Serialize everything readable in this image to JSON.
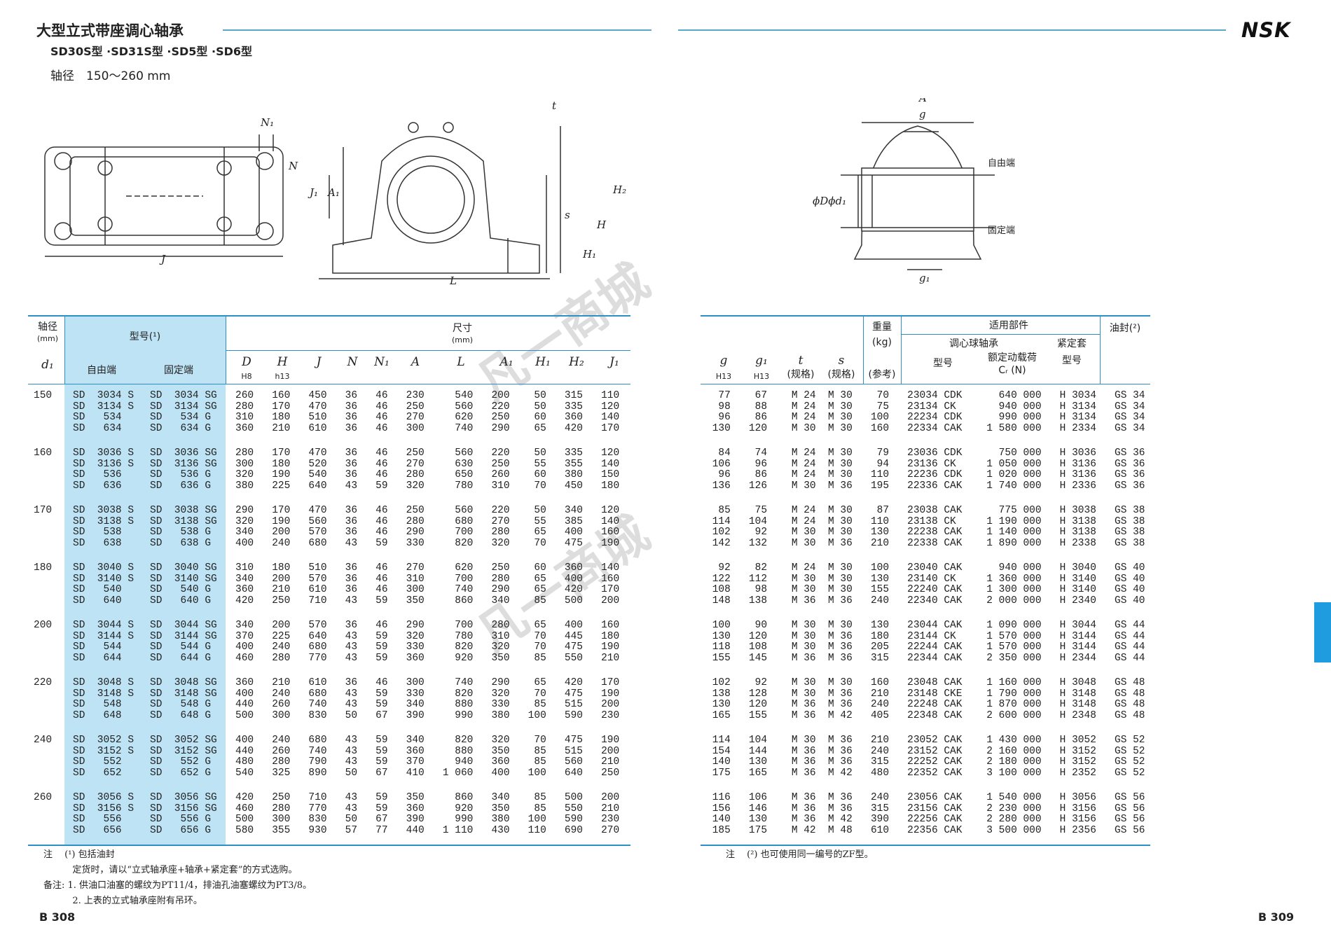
{
  "header": {
    "title": "大型立式带座调心轴承",
    "subtitle": "SD30S型 ·SD31S型 ·SD5型 ·SD6型",
    "shaft": "轴径　150～260 mm",
    "brand": "NSK"
  },
  "footer": {
    "left_page": "B 308",
    "right_page": "B 309"
  },
  "watermark": "凡一商城",
  "drawing": {
    "labels": {
      "N1": "N₁",
      "N": "N",
      "J1": "J₁",
      "A1": "A₁",
      "J": "J",
      "t": "t",
      "s": "s",
      "H2": "H₂",
      "H": "H",
      "H1": "H₁",
      "L": "L",
      "A": "A",
      "g": "g",
      "g1": "g₁",
      "D_d1": "ϕDϕd₁",
      "free": "自由端",
      "fixed": "固定端"
    }
  },
  "table_left": {
    "headers": {
      "shaft": "轴径",
      "shaft_unit": "(mm)",
      "shaft_sym": "d₁",
      "model": "型号(¹)",
      "free": "自由端",
      "fixed": "固定端",
      "dims": "尺寸",
      "dims_unit": "(mm)",
      "cols": [
        "D",
        "H",
        "J",
        "N",
        "N₁",
        "A",
        "L",
        "A₁",
        "H₁",
        "H₂",
        "J₁"
      ],
      "sub": [
        "H8",
        "h13",
        "",
        "",
        "",
        "",
        "",
        "",
        "",
        "",
        ""
      ]
    },
    "d1": [
      "150",
      "160",
      "170",
      "180",
      "200",
      "220",
      "240",
      "260"
    ],
    "free": [
      "SD  3034 S\nSD  3134 S\nSD   534\nSD   634",
      "SD  3036 S\nSD  3136 S\nSD   536\nSD   636",
      "SD  3038 S\nSD  3138 S\nSD   538\nSD   638",
      "SD  3040 S\nSD  3140 S\nSD   540\nSD   640",
      "SD  3044 S\nSD  3144 S\nSD   544\nSD   644",
      "SD  3048 S\nSD  3148 S\nSD   548\nSD   648",
      "SD  3052 S\nSD  3152 S\nSD   552\nSD   652",
      "SD  3056 S\nSD  3156 S\nSD   556\nSD   656"
    ],
    "fixed": [
      "SD  3034 SG\nSD  3134 SG\nSD   534 G\nSD   634 G",
      "SD  3036 SG\nSD  3136 SG\nSD   536 G\nSD   636 G",
      "SD  3038 SG\nSD  3138 SG\nSD   538 G\nSD   638 G",
      "SD  3040 SG\nSD  3140 SG\nSD   540 G\nSD   640 G",
      "SD  3044 SG\nSD  3144 SG\nSD   544 G\nSD   644 G",
      "SD  3048 SG\nSD  3148 SG\nSD   548 G\nSD   648 G",
      "SD  3052 SG\nSD  3152 SG\nSD   552 G\nSD   652 G",
      "SD  3056 SG\nSD  3156 SG\nSD   556 G\nSD   656 G"
    ],
    "dims": [
      "260   160   450   36   46   230     540   200    50   315   110\n280   170   470   36   46   250     560   220    50   335   120\n310   180   510   36   46   270     620   250    60   360   140\n360   210   610   36   46   300     740   290    65   420   170",
      "280   170   470   36   46   250     560   220    50   335   120\n300   180   520   36   46   270     630   250    55   355   140\n320   190   540   36   46   280     650   260    60   380   150\n380   225   640   43   59   320     780   310    70   450   180",
      "290   170   470   36   46   250     560   220    50   340   120\n320   190   560   36   46   280     680   270    55   385   140\n340   200   570   36   46   290     700   280    65   400   160\n400   240   680   43   59   330     820   320    70   475   190",
      "310   180   510   36   46   270     620   250    60   360   140\n340   200   570   36   46   310     700   280    65   400   160\n360   210   610   36   46   300     740   290    65   420   170\n420   250   710   43   59   350     860   340    85   500   200",
      "340   200   570   36   46   290     700   280    65   400   160\n370   225   640   43   59   320     780   310    70   445   180\n400   240   680   43   59   330     820   320    70   475   190\n460   280   770   43   59   360     920   350    85   550   210",
      "360   210   610   36   46   300     740   290    65   420   170\n400   240   680   43   59   330     820   320    70   475   190\n440   260   740   43   59   340     880   330    85   515   200\n500   300   830   50   67   390     990   380   100   590   230",
      "400   240   680   43   59   340     820   320    70   475   190\n440   260   740   43   59   360     880   350    85   515   200\n480   280   790   43   59   370     940   360    85   560   210\n540   325   890   50   67   410   1 060   400   100   640   250",
      "420   250   710   43   59   350     860   340    85   500   200\n460   280   770   43   59   360     920   350    85   550   210\n500   300   830   50   67   390     990   380   100   590   230\n580   355   930   57   77   440   1 110   430   110   690   270"
    ]
  },
  "table_right": {
    "headers": {
      "g": "g",
      "g1": "g₁",
      "t": "t",
      "s": "s",
      "g_sub": "H13",
      "g1_sub": "H13",
      "spec": "(规格)",
      "weight": "重量",
      "weight_unit": "(kg)",
      "ref": "(参考)",
      "parts": "适用部件",
      "bearing": "调心球轴承",
      "sleeve": "紧定套",
      "bmodel": "型号",
      "load": "额定动载荷",
      "load_sym": "Cᵣ (N)",
      "smodel": "型号",
      "seal": "油封(²)"
    },
    "rows": [
      "  77    67    M 24  M 30    70   23034 CDK      640 000   H 3034   GS 34\n  98    88    M 24  M 30    75   23134 CK       940 000   H 3134   GS 34\n  96    86    M 24  M 30   100   22234 CDK      990 000   H 3134   GS 34\n 130   120    M 30  M 30   160   22334 CAK    1 580 000   H 2334   GS 34",
      "  84    74    M 24  M 30    79   23036 CDK      750 000   H 3036   GS 36\n 106    96    M 24  M 30    94   23136 CK     1 050 000   H 3136   GS 36\n  96    86    M 24  M 30   110   22236 CDK    1 020 000   H 3136   GS 36\n 136   126    M 30  M 36   195   22336 CAK    1 740 000   H 2336   GS 36",
      "  85    75    M 24  M 30    87   23038 CAK      775 000   H 3038   GS 38\n 114   104    M 24  M 30   110   23138 CK     1 190 000   H 3138   GS 38\n 102    92    M 30  M 30   130   22238 CAK    1 140 000   H 3138   GS 38\n 142   132    M 30  M 36   210   22338 CAK    1 890 000   H 2338   GS 38",
      "  92    82    M 24  M 30   100   23040 CAK      940 000   H 3040   GS 40\n 122   112    M 30  M 30   130   23140 CK     1 360 000   H 3140   GS 40\n 108    98    M 30  M 30   155   22240 CAK    1 300 000   H 3140   GS 40\n 148   138    M 36  M 36   240   22340 CAK    2 000 000   H 2340   GS 40",
      " 100    90    M 30  M 30   130   23044 CAK    1 090 000   H 3044   GS 44\n 130   120    M 30  M 36   180   23144 CK     1 570 000   H 3144   GS 44\n 118   108    M 30  M 36   205   22244 CAK    1 570 000   H 3144   GS 44\n 155   145    M 36  M 36   315   22344 CAK    2 350 000   H 2344   GS 44",
      " 102    92    M 30  M 30   160   23048 CAK    1 160 000   H 3048   GS 48\n 138   128    M 30  M 36   210   23148 CKE    1 790 000   H 3148   GS 48\n 130   120    M 36  M 36   240   22248 CAK    1 870 000   H 3148   GS 48\n 165   155    M 36  M 42   405   22348 CAK    2 600 000   H 2348   GS 48",
      " 114   104    M 30  M 36   210   23052 CAK    1 430 000   H 3052   GS 52\n 154   144    M 36  M 36   240   23152 CAK    2 160 000   H 3152   GS 52\n 140   130    M 36  M 36   315   22252 CAK    2 180 000   H 3152   GS 52\n 175   165    M 36  M 42   480   22352 CAK    3 100 000   H 2352   GS 52",
      " 116   106    M 36  M 36   240   23056 CAK    1 540 000   H 3056   GS 56\n 156   146    M 36  M 36   315   23156 CAK    2 230 000   H 3156   GS 56\n 140   130    M 36  M 42   390   22256 CAK    2 280 000   H 3156   GS 56\n 185   175    M 42  M 48   610   22356 CAK    3 500 000   H 2356   GS 56"
    ]
  },
  "notes_left": "注　 (¹) 包括油封\n          定货时，请以“立式轴承座+轴承+紧定套”的方式选购。\n备注: 1. 供油口油塞的螺纹为PT11/4，排油孔油塞螺纹为PT3/8。\n          2. 上表的立式轴承座附有吊环。",
  "notes_right": "注　 (²) 也可使用同一编号的ZF型。"
}
